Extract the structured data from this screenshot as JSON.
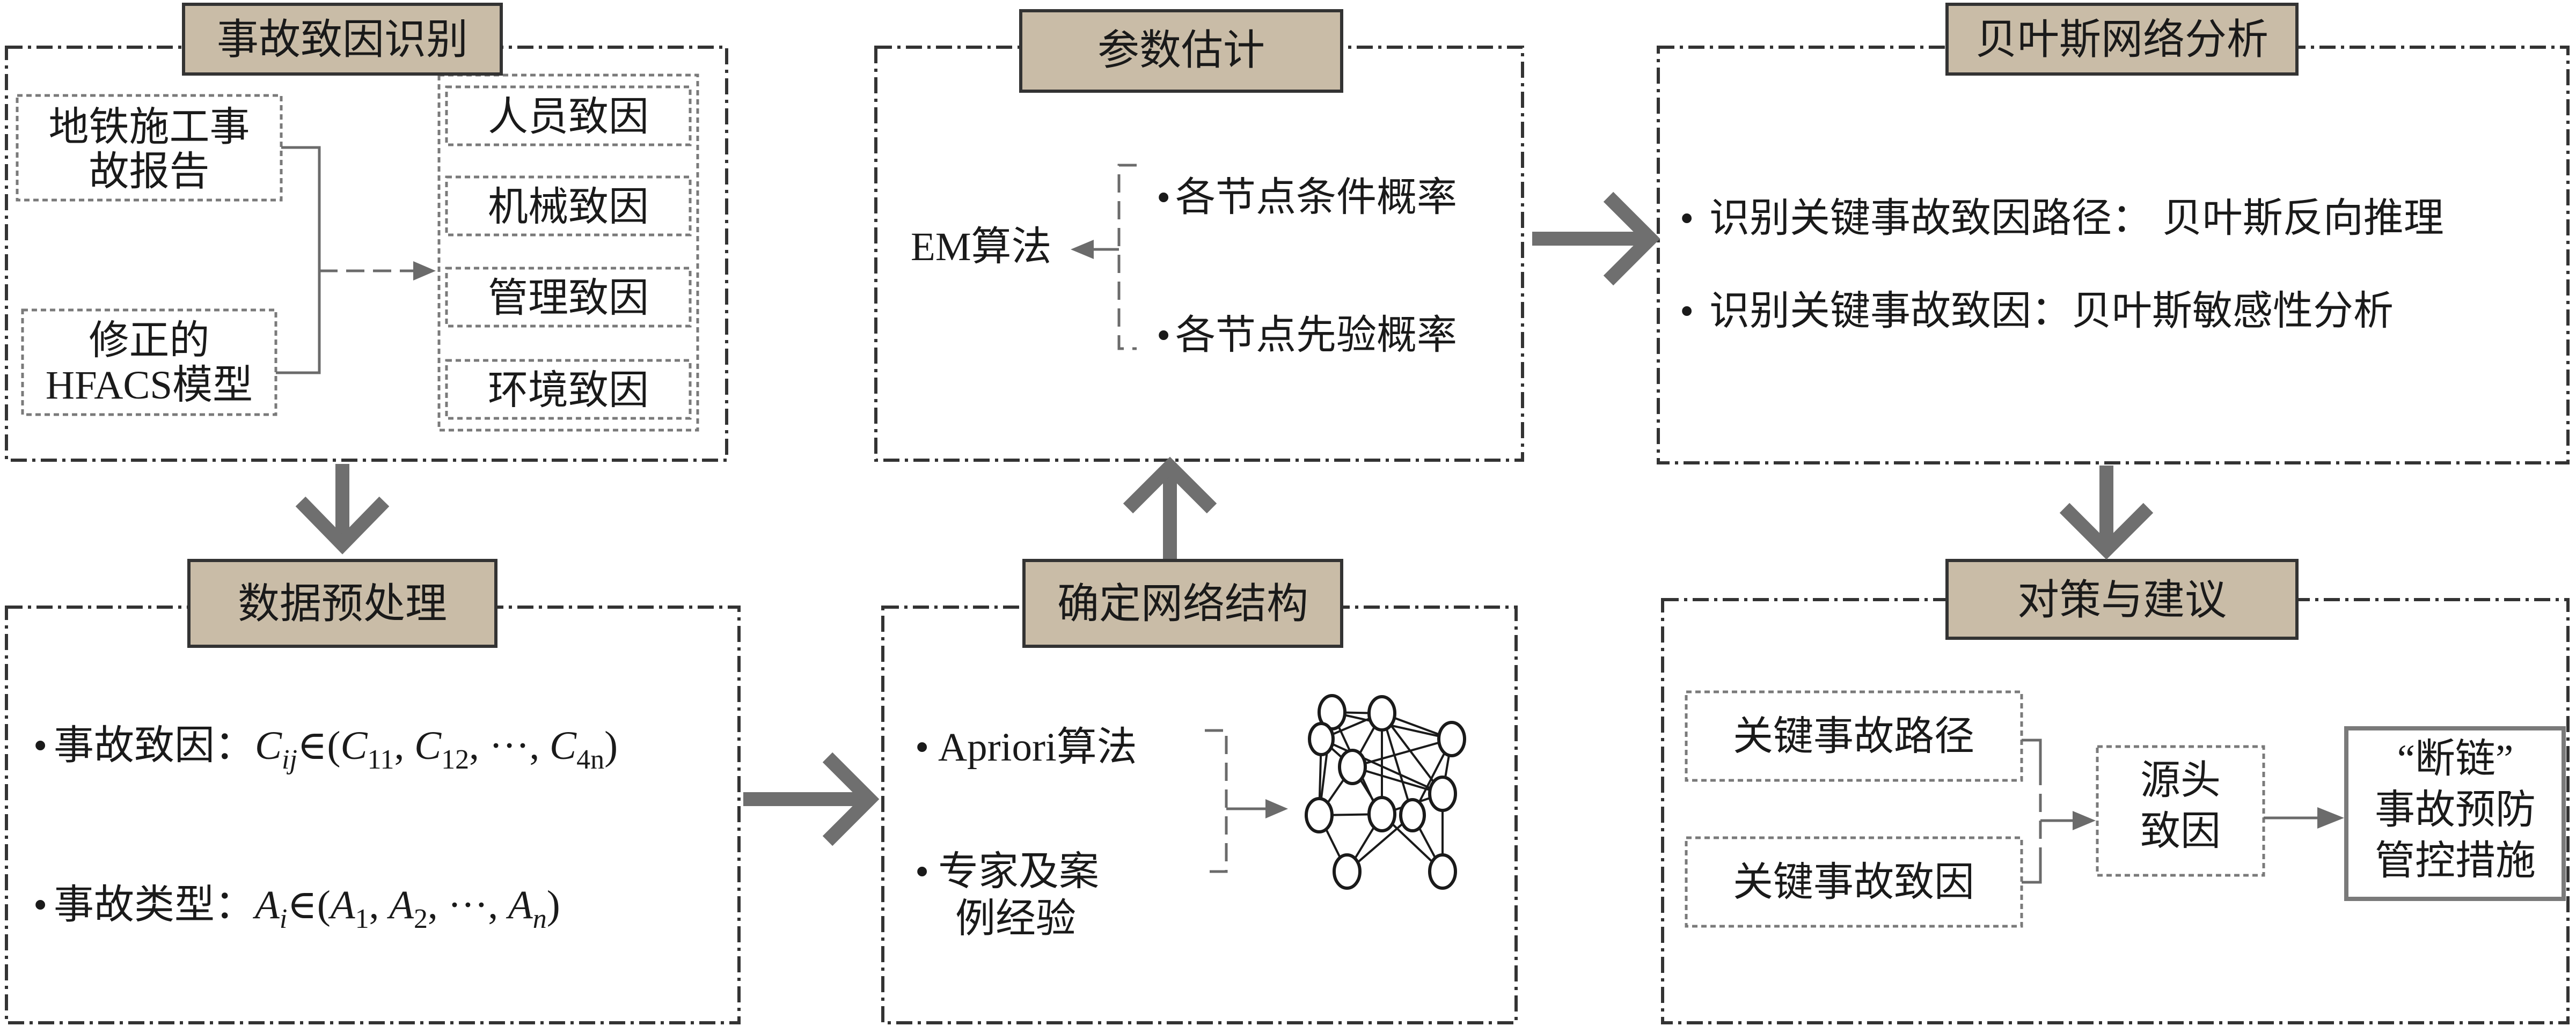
{
  "panels": {
    "identification": {
      "title": "事故致因识别",
      "source_report": [
        "地铁施工事",
        "故报告"
      ],
      "source_model": [
        "修正的",
        "HFACS模型"
      ],
      "causes": [
        "人员致因",
        "机械致因",
        "管理致因",
        "环境致因"
      ]
    },
    "estimation": {
      "title": "参数估计",
      "algorithm": "EM算法",
      "bullets": [
        "各节点条件概率",
        "各节点先验概率"
      ]
    },
    "bayes": {
      "title": "贝叶斯网络分析",
      "bullets": [
        "识别关键事故致因路径：  贝叶斯反向推理",
        "识别关键事故致因：贝叶斯敏感性分析"
      ]
    },
    "preprocess": {
      "title": "数据预处理",
      "cause_label": "事故致因：",
      "cause_formula": {
        "var": "C",
        "var_sub": "ij",
        "in": "∈(",
        "c1": "C",
        "c1_sub": "11",
        "sep1": ", ",
        "c2": "C",
        "c2_sub": "12",
        "ellipsis": ", ···, ",
        "cn": "C",
        "cn_sub": "4n",
        "close": ")"
      },
      "type_label": "事故类型：",
      "type_formula": {
        "var": "A",
        "var_sub": "i",
        "in": "∈(",
        "a1": "A",
        "a1_sub": "1",
        "sep1": ", ",
        "a2": "A",
        "a2_sub": "2",
        "ellipsis": ", ···, ",
        "an": "A",
        "an_sub": "n",
        "close": ")"
      }
    },
    "structure": {
      "title": "确定网络结构",
      "bullet1": "Apriori算法",
      "bullet2": [
        "专家及案",
        "例经验"
      ]
    },
    "measures": {
      "title": "对策与建议",
      "path": "关键事故路径",
      "cause": "关键事故致因",
      "source": [
        "源头",
        "致因"
      ],
      "final": [
        "“断链”",
        "事故预防",
        "管控措施"
      ]
    }
  },
  "colors": {
    "title_fill": "#c9bca7",
    "arrow": "#6f6f6f",
    "frame": "#333333"
  }
}
